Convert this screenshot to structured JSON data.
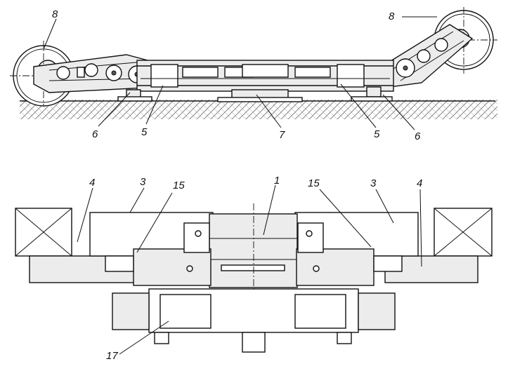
{
  "top_view": {
    "labels": [
      "8",
      "8",
      "6",
      "5",
      "7",
      "5",
      "6"
    ]
  },
  "bottom_view": {
    "labels": [
      "4",
      "3",
      "15",
      "1",
      "15",
      "3",
      "4",
      "17"
    ]
  }
}
